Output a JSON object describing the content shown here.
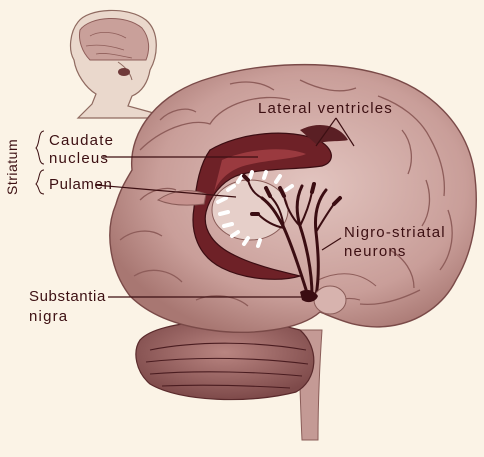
{
  "labels": {
    "lateral_ventricles": "Lateral ventricles",
    "striatum": "Striatum",
    "caudate_line1": "Caudate",
    "caudate_line2": "nucleus",
    "putamen": "Pulamen",
    "nigro_line1": "Nigro-striatal",
    "nigro_line2": "neurons",
    "substantia_line1": "Substantia",
    "substantia_line2": "nigra"
  },
  "colors": {
    "background": "#fbf3e6",
    "brain_light": "#d8b3ad",
    "brain_mid": "#b98a86",
    "brain_dark": "#5a1f24",
    "text": "#3c0f12"
  }
}
